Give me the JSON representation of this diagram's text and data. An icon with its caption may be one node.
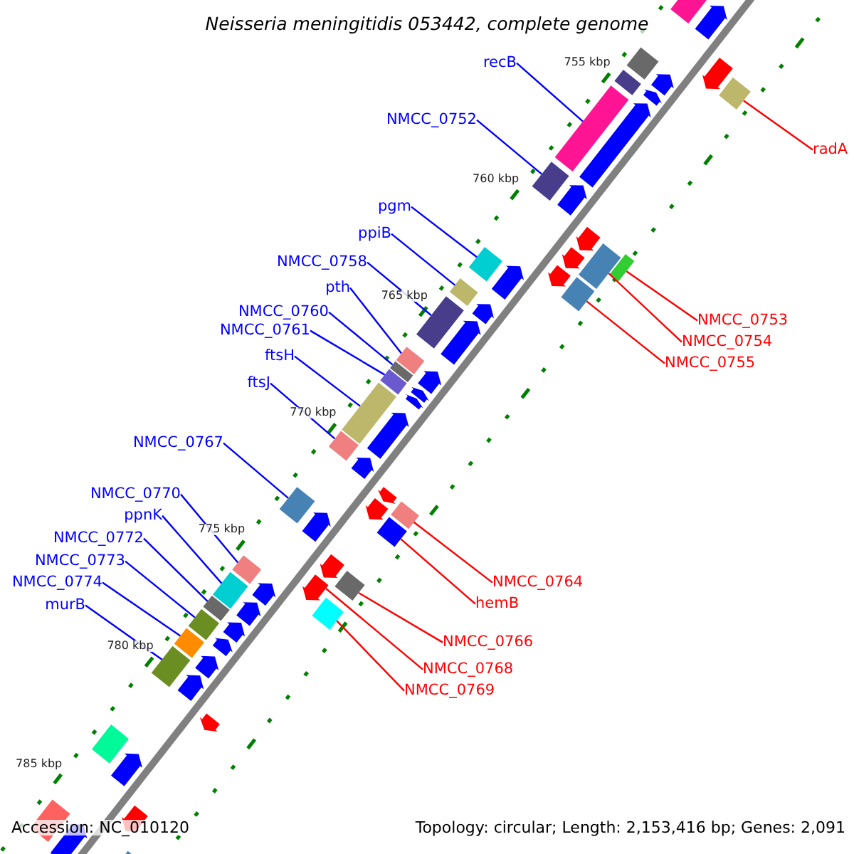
{
  "diagram": {
    "title": "Neisseria meningitidis 053442, complete genome",
    "nodes": [
      {
        "text": [
          "recB"
        ]
      },
      {
        "text": [
          "NMCC_0752"
        ]
      },
      {
        "text": [
          "radA"
        ]
      },
      {
        "text": [
          "pgm"
        ]
      },
      {
        "text": [
          "ppiB"
        ]
      },
      {
        "text": [
          "NMCC_0758"
        ]
      },
      {
        "text": [
          "pth"
        ]
      },
      {
        "text": [
          "NMCC_0760"
        ]
      },
      {
        "text": [
          "NMCC_0753"
        ]
      },
      {
        "text": [
          "NMCC_0761"
        ]
      },
      {
        "text": [
          "NMCC_0754"
        ]
      },
      {
        "text": [
          "ftsH"
        ]
      },
      {
        "text": [
          "NMCC_0755"
        ]
      },
      {
        "text": [
          "ftsJ"
        ]
      },
      {
        "text": [
          "NMCC_0767"
        ]
      },
      {
        "text": [
          "NMCC_0770"
        ]
      },
      {
        "text": [
          "ppnK"
        ]
      },
      {
        "text": [
          "NMCC_0772"
        ]
      },
      {
        "text": [
          "NMCC_0773"
        ]
      },
      {
        "text": [
          "NMCC_0774"
        ]
      },
      {
        "text": [
          "NMCC_0764"
        ]
      },
      {
        "text": [
          "hemB"
        ]
      },
      {
        "text": [
          "murB"
        ]
      },
      {
        "text": [
          "NMCC_0766"
        ]
      },
      {
        "text": [
          "NMCC_0768"
        ]
      },
      {
        "text": [
          "NMCC_0769"
        ]
      },
      {
        "text": [],
        "shape": "bar"
      },
      {
        "text": [],
        "shape": "bar"
      },
      {
        "text": [],
        "shape": "bar"
      },
      {
        "text": [],
        "shape": "bar"
      },
      {
        "text": [],
        "shape": "bar"
      },
      {
        "text": [],
        "shape": "bar"
      },
      {
        "text": [],
        "shape": "bar"
      },
      {
        "text": [],
        "shape": "bar"
      },
      {
        "text": [],
        "shape": "bar"
      },
      {
        "text": [],
        "shape": "bar"
      },
      {
        "text": [],
        "shape": "bar"
      },
      {
        "text": [],
        "shape": "bar"
      },
      {
        "text": [],
        "shape": "bar"
      },
      {
        "text": [],
        "shape": "bar"
      },
      {
        "text": [],
        "shape": "bar"
      },
      {
        "text": [],
        "shape": "bar"
      },
      {
        "text": [],
        "shape": "bar"
      },
      {
        "text": [],
        "shape": "bar"
      },
      {
        "text": [],
        "shape": "arrow"
      },
      {
        "text": [],
        "shape": "bar"
      },
      {
        "text": [],
        "shape": "bar"
      },
      {
        "text": [],
        "shape": "bar"
      },
      {
        "text": [],
        "shape": "bar"
      },
      {
        "text": [],
        "shape": "bar"
      },
      {
        "text": [],
        "shape": "bar"
      },
      {
        "text": [],
        "shape": "bar"
      },
      {
        "text": [],
        "shape": "arrow"
      },
      {
        "text": [],
        "shape": "arrow"
      },
      {
        "text": [],
        "shape": "arrow"
      },
      {
        "text": [],
        "shape": "arrow"
      },
      {
        "text": [],
        "shape": "arrow"
      },
      {
        "text": [],
        "shape": "arrow"
      },
      {
        "text": [],
        "shape": "arrow"
      },
      {
        "text": [],
        "shape": "arrow"
      },
      {
        "text": [],
        "shape": "arrow"
      },
      {
        "text": [],
        "shape": "arrow"
      },
      {
        "text": [],
        "shape": "arrow"
      },
      {
        "text": [],
        "shape": "arrow"
      },
      {
        "text": [],
        "shape": "arrow"
      },
      {
        "text": [],
        "shape": "arrow"
      },
      {
        "text": [],
        "shape": "arrow"
      },
      {
        "text": [],
        "shape": "arrow"
      },
      {
        "text": [],
        "shape": "arrow"
      },
      {
        "text": [],
        "shape": "arrow"
      },
      {
        "text": [],
        "shape": "arrow"
      },
      {
        "text": [],
        "shape": "arrow"
      },
      {
        "text": [],
        "shape": "arrow"
      },
      {
        "text": [],
        "shape": "arrow"
      },
      {
        "text": [],
        "shape": "bar"
      },
      {
        "text": [],
        "shape": "bar"
      },
      {
        "text": [],
        "shape": "bar"
      },
      {
        "text": [],
        "shape": "bar"
      },
      {
        "text": [],
        "shape": "bar"
      },
      {
        "text": [],
        "shape": "arrow"
      },
      {
        "text": [],
        "shape": "arrow"
      },
      {
        "text": [],
        "shape": "arrow"
      },
      {
        "text": [],
        "shape": "arrow"
      },
      {
        "text": [],
        "shape": "arrow"
      },
      {
        "text": [],
        "shape": "arrow"
      },
      {
        "text": [],
        "shape": "arrow"
      },
      {
        "text": [],
        "shape": "arrow"
      },
      {
        "text": [],
        "shape": "arrow"
      },
      {
        "text": [],
        "shape": "bar"
      }
    ],
    "edges": [
      {
        "from": 0,
        "to": 27,
        "arrow": "none"
      },
      {
        "from": 1,
        "to": 28,
        "arrow": "none"
      },
      {
        "from": 2,
        "to": 26,
        "arrow": "none",
        "color": "#ff0000"
      },
      {
        "from": 3,
        "to": 32,
        "arrow": "none"
      },
      {
        "from": 4,
        "to": 33,
        "arrow": "none"
      },
      {
        "from": 5,
        "to": 34,
        "arrow": "none"
      },
      {
        "from": 6,
        "to": 35,
        "arrow": "none"
      },
      {
        "from": 7,
        "to": 36,
        "arrow": "none"
      },
      {
        "from": 8,
        "to": 29,
        "arrow": "none",
        "color": "#ff0000"
      },
      {
        "from": 9,
        "to": 37,
        "arrow": "none"
      },
      {
        "from": 10,
        "to": 30,
        "arrow": "none",
        "color": "#ff0000"
      },
      {
        "from": 11,
        "to": 38,
        "arrow": "none"
      },
      {
        "from": 12,
        "to": 31,
        "arrow": "none",
        "color": "#ff0000"
      },
      {
        "from": 13,
        "to": 39,
        "arrow": "none"
      },
      {
        "from": 14,
        "to": 42,
        "arrow": "none"
      },
      {
        "from": 15,
        "to": 46,
        "arrow": "none"
      },
      {
        "from": 16,
        "to": 47,
        "arrow": "none"
      },
      {
        "from": 17,
        "to": 48,
        "arrow": "none"
      },
      {
        "from": 18,
        "to": 49,
        "arrow": "none"
      },
      {
        "from": 19,
        "to": 50,
        "arrow": "none"
      },
      {
        "from": 20,
        "to": 40,
        "arrow": "none",
        "color": "#ff0000"
      },
      {
        "from": 21,
        "to": 41,
        "arrow": "none",
        "color": "#ff0000"
      },
      {
        "from": 22,
        "to": 51,
        "arrow": "none"
      },
      {
        "from": 23,
        "to": 43,
        "arrow": "none",
        "color": "#ff0000"
      },
      {
        "from": 24,
        "to": 44,
        "arrow": "none",
        "color": "#ff0000"
      },
      {
        "from": 25,
        "to": 45,
        "arrow": "none",
        "color": "#ff0000"
      }
    ],
    "labels": [
      "755 kbp",
      "760 kbp",
      "765 kbp",
      "770 kbp",
      "775 kbp",
      "780 kbp",
      "785 kbp",
      "Accession: NC_010120",
      "Topology: circular; Length: 2,153,416 bp; Genes: 2,091"
    ]
  }
}
